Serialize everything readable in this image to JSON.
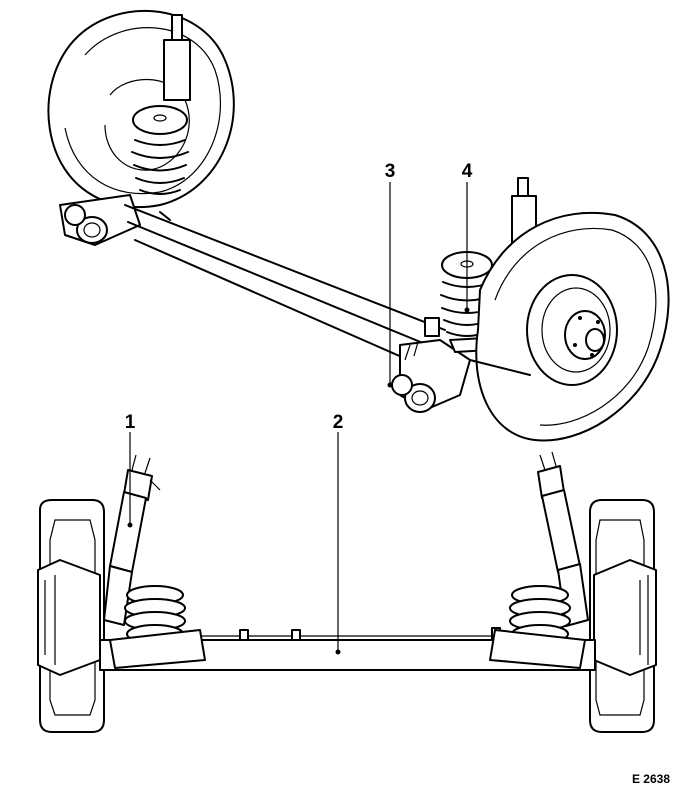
{
  "labels": {
    "callout_1": "1",
    "callout_2": "2",
    "callout_3": "3",
    "callout_4": "4"
  },
  "figure_ref": "E 2638"
}
